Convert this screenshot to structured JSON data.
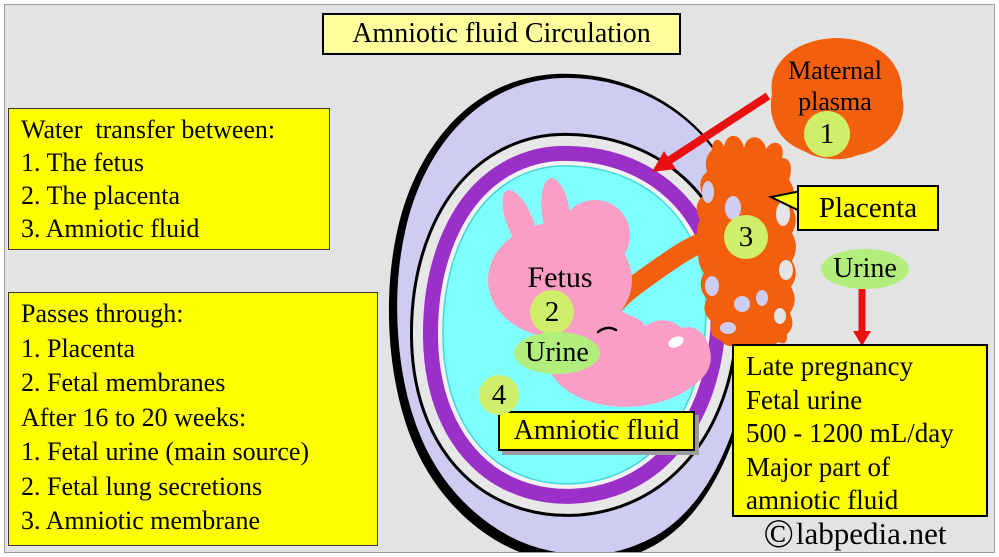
{
  "title": "Amniotic fluid Circulation",
  "water_transfer_box": {
    "lines": [
      "Water  transfer between:",
      "1. The fetus",
      "2. The placenta",
      "3. Amniotic fluid"
    ]
  },
  "passes_through_box": {
    "lines": [
      "Passes through:",
      "1. Placenta",
      "2. Fetal membranes",
      "After 16 to 20 weeks:",
      "1. Fetal urine (main source)",
      "2. Fetal lung secretions",
      "3. Amniotic membrane"
    ]
  },
  "late_pregnancy_box": {
    "lines": [
      "Late pregnancy",
      "Fetal urine",
      "500 - 1200 mL/day",
      "Major part of",
      "amniotic fluid"
    ]
  },
  "labels": {
    "maternal_plasma_line1": "Maternal",
    "maternal_plasma_line2": "plasma",
    "placenta": "Placenta",
    "urine_placenta": "Urine",
    "fetus": "Fetus",
    "urine_fetus": "Urine",
    "amniotic_fluid": "Amniotic fluid"
  },
  "markers": {
    "maternal_plasma": "1",
    "fetus": "2",
    "placenta": "3",
    "amniotic_fluid": "4"
  },
  "footer": {
    "symbol": "©",
    "site": "labpedia.net"
  },
  "palette": {
    "background": "#E3E3E3",
    "box_yellow": "#FFFF00",
    "title_yellow": "#FFFF9E",
    "orange": "#F2600D",
    "fetus_pink": "#FA9EC6",
    "amniotic_cyan": "#80FFFF",
    "uterus_lavender": "#CDCDF2",
    "membrane_purple": "#9B30C8",
    "marker_green": "#CFEE6A",
    "urine_green": "#B2EE7C",
    "arrow_red": "#E81010"
  }
}
